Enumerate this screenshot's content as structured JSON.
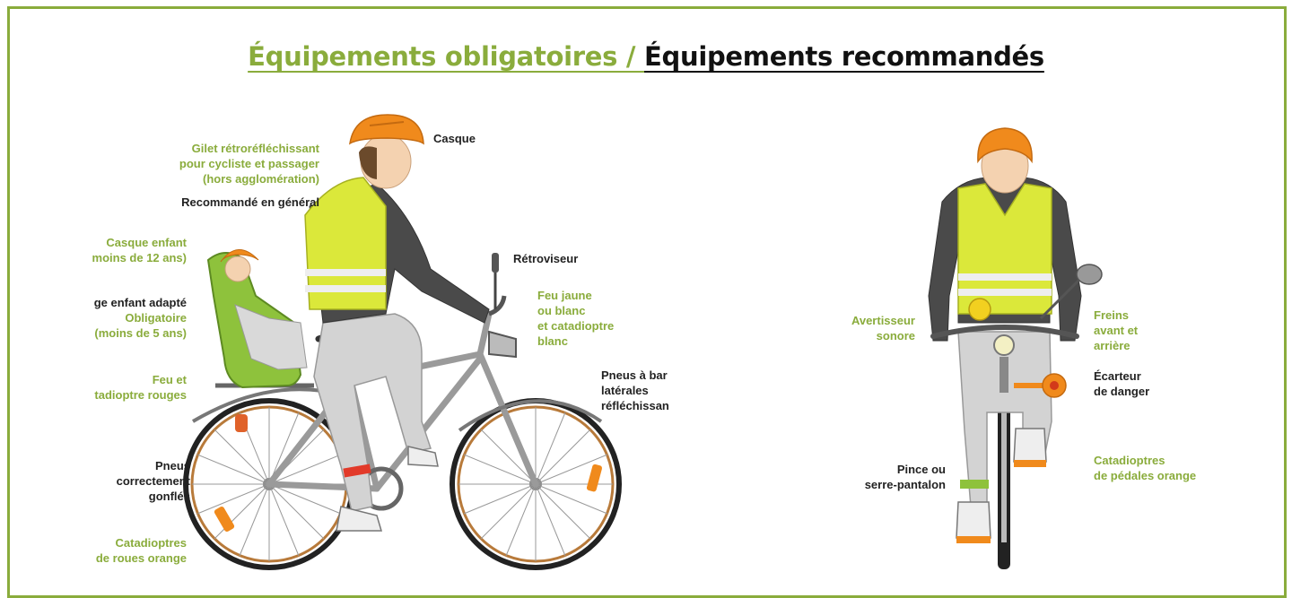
{
  "title": {
    "mandatory": "Équipements obligatoires / ",
    "recommended": "Équipements recommandés"
  },
  "colors": {
    "mandatory": "#8aac3c",
    "recommended": "#111111",
    "vest": "#dbe83a",
    "helmet": "#f08a1c"
  },
  "side_view": {
    "labels": {
      "casque": "Casque",
      "gilet": "Gilet rétroréfléchissant\npour cycliste et passager\n(hors agglomération)",
      "gilet_reco": "Recommandé en général",
      "casque_enfant": "Casque enfant\nmoins de 12 ans)",
      "siege_enfant": "ge enfant adapté",
      "siege_obligatoire": "Obligatoire\n(moins de 5 ans)",
      "retroviseur": "Rétroviseur",
      "feu_avant": "Feu jaune\nou blanc\net catadioptre\nblanc",
      "pneus_bandes": "Pneus à bar\nlatérales\nréfléchissan",
      "feu_arriere": "Feu et\ntadioptre rouges",
      "pneus_gonfles": "Pneus\ncorrectement\ngonflés",
      "catadioptres_roues": "Catadioptres\nde roues orange"
    }
  },
  "front_view": {
    "labels": {
      "avertisseur": "Avertisseur\nsonore",
      "freins": "Freins\navant et\narrière",
      "ecarteur": "Écarteur\nde danger",
      "catadioptres_pedales": "Catadioptres\nde pédales orange",
      "pince": "Pince ou\nserre-pantalon"
    }
  }
}
